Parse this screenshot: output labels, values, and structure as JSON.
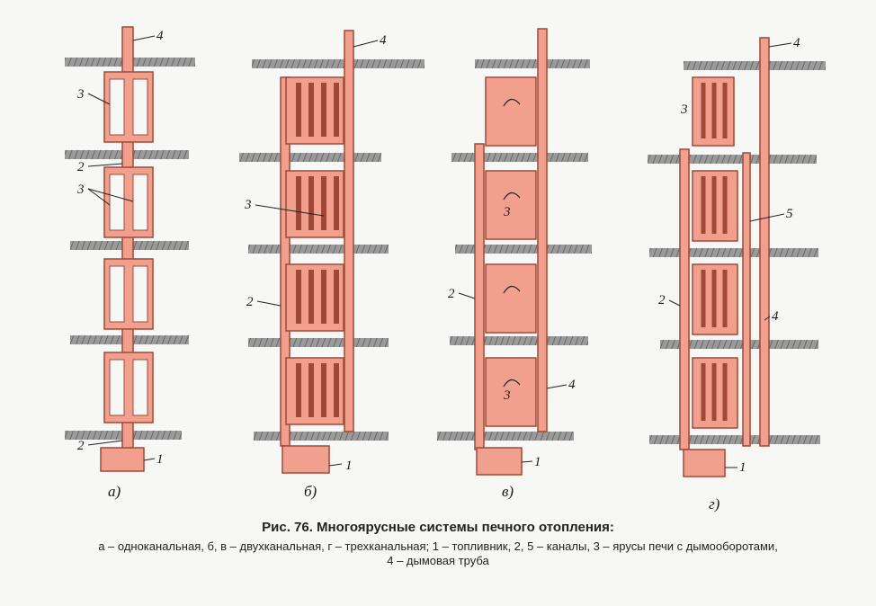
{
  "caption": {
    "title": "Рис. 76. Многоярусные системы печного отопления:",
    "line1": "а – одноканальная, б, в – двухканальная, г – трехканальная; 1 – топливник, 2, 5 – каналы, 3 – ярусы печи с дымооборотами,",
    "line2": "4 – дымовая труба"
  },
  "sublabels": {
    "a": "а)",
    "b": "б)",
    "v": "в)",
    "g": "г)"
  },
  "callouts": {
    "n1": "1",
    "n2": "2",
    "n3": "3",
    "n4": "4",
    "n5": "5"
  },
  "colors": {
    "brick": "#f0a08c",
    "outline": "#a04838",
    "floor": "#8a8a8a"
  }
}
